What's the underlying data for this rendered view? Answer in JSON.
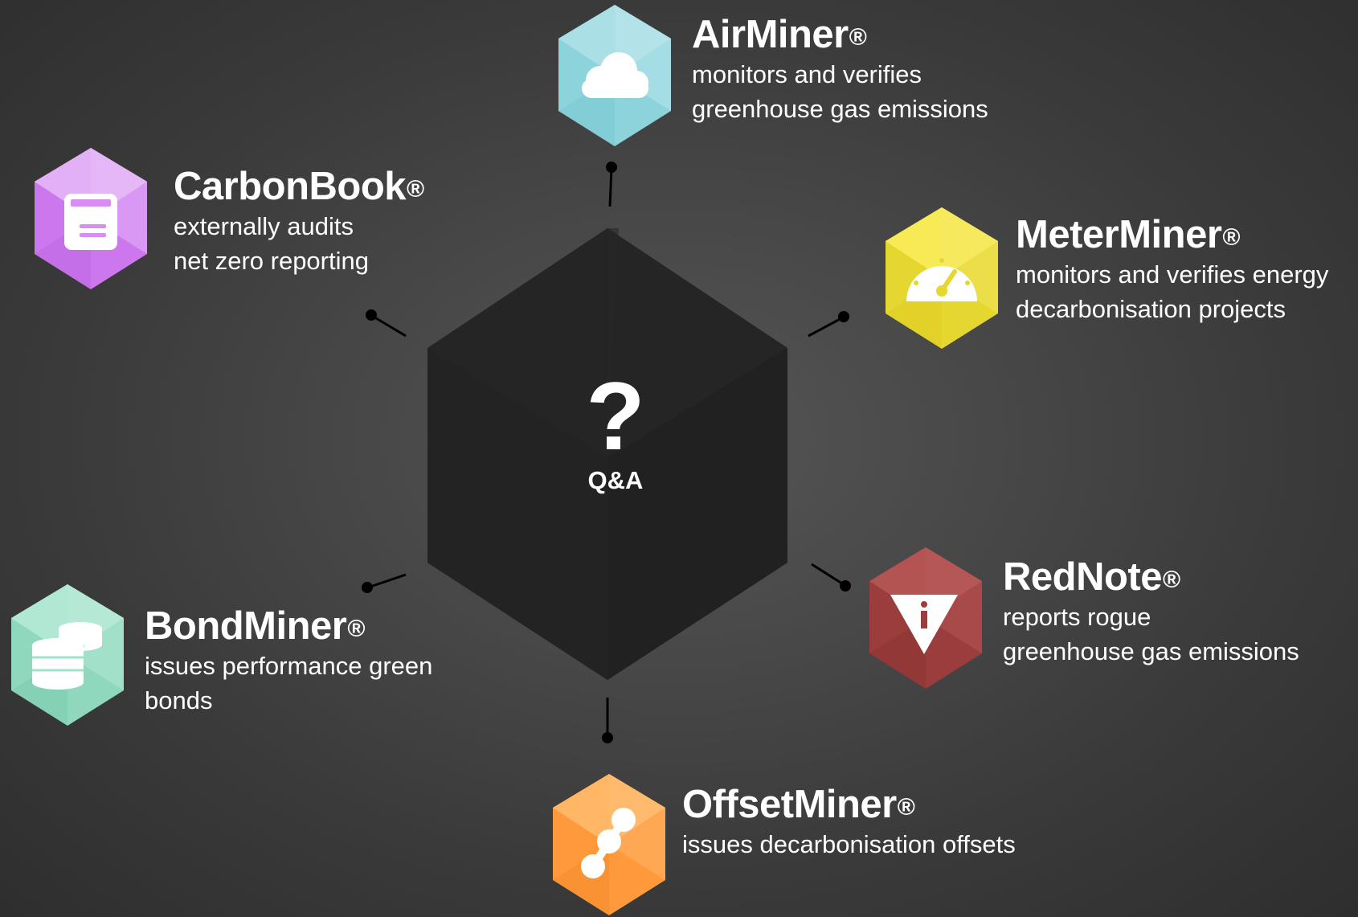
{
  "center": {
    "symbol": "?",
    "label": "Q&A"
  },
  "products": [
    {
      "id": "airminer",
      "name": "AirMiner",
      "mark": "®",
      "desc": [
        "monitors and verifies",
        "greenhouse gas emissions"
      ],
      "color": "#8dd3dc",
      "icon": "cloud-icon"
    },
    {
      "id": "carbonbook",
      "name": "CarbonBook",
      "mark": "®",
      "desc": [
        "externally audits",
        "net zero reporting"
      ],
      "color": "#d580f2",
      "icon": "book-icon"
    },
    {
      "id": "meterminer",
      "name": "MeterMiner",
      "mark": "®",
      "desc": [
        "monitors and verifies energy",
        "decarbonisation projects"
      ],
      "color": "#f1e03a",
      "icon": "gauge-icon"
    },
    {
      "id": "rednote",
      "name": "RedNote",
      "mark": "®",
      "desc": [
        "reports rogue",
        "greenhouse gas emissions"
      ],
      "color": "#a3403f",
      "icon": "warning-icon"
    },
    {
      "id": "bondminer",
      "name": "BondMiner",
      "mark": "®",
      "desc": [
        "issues performance green",
        "bonds"
      ],
      "color": "#9fe2c8",
      "icon": "coins-icon"
    },
    {
      "id": "offsetminer",
      "name": "OffsetMiner",
      "mark": "®",
      "desc": [
        "issues decarbonisation offsets"
      ],
      "color": "#ffa64d",
      "icon": "offset-icon"
    }
  ]
}
